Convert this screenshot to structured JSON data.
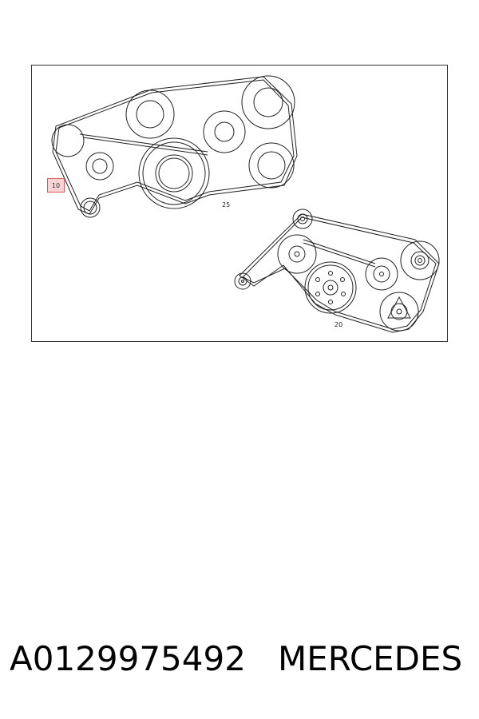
{
  "diagram": {
    "callout_label": "10",
    "belt_upper_label": "25",
    "belt_lower_label": "20"
  },
  "footer": {
    "part_number": "A0129975492",
    "brand": "MERCEDES"
  }
}
